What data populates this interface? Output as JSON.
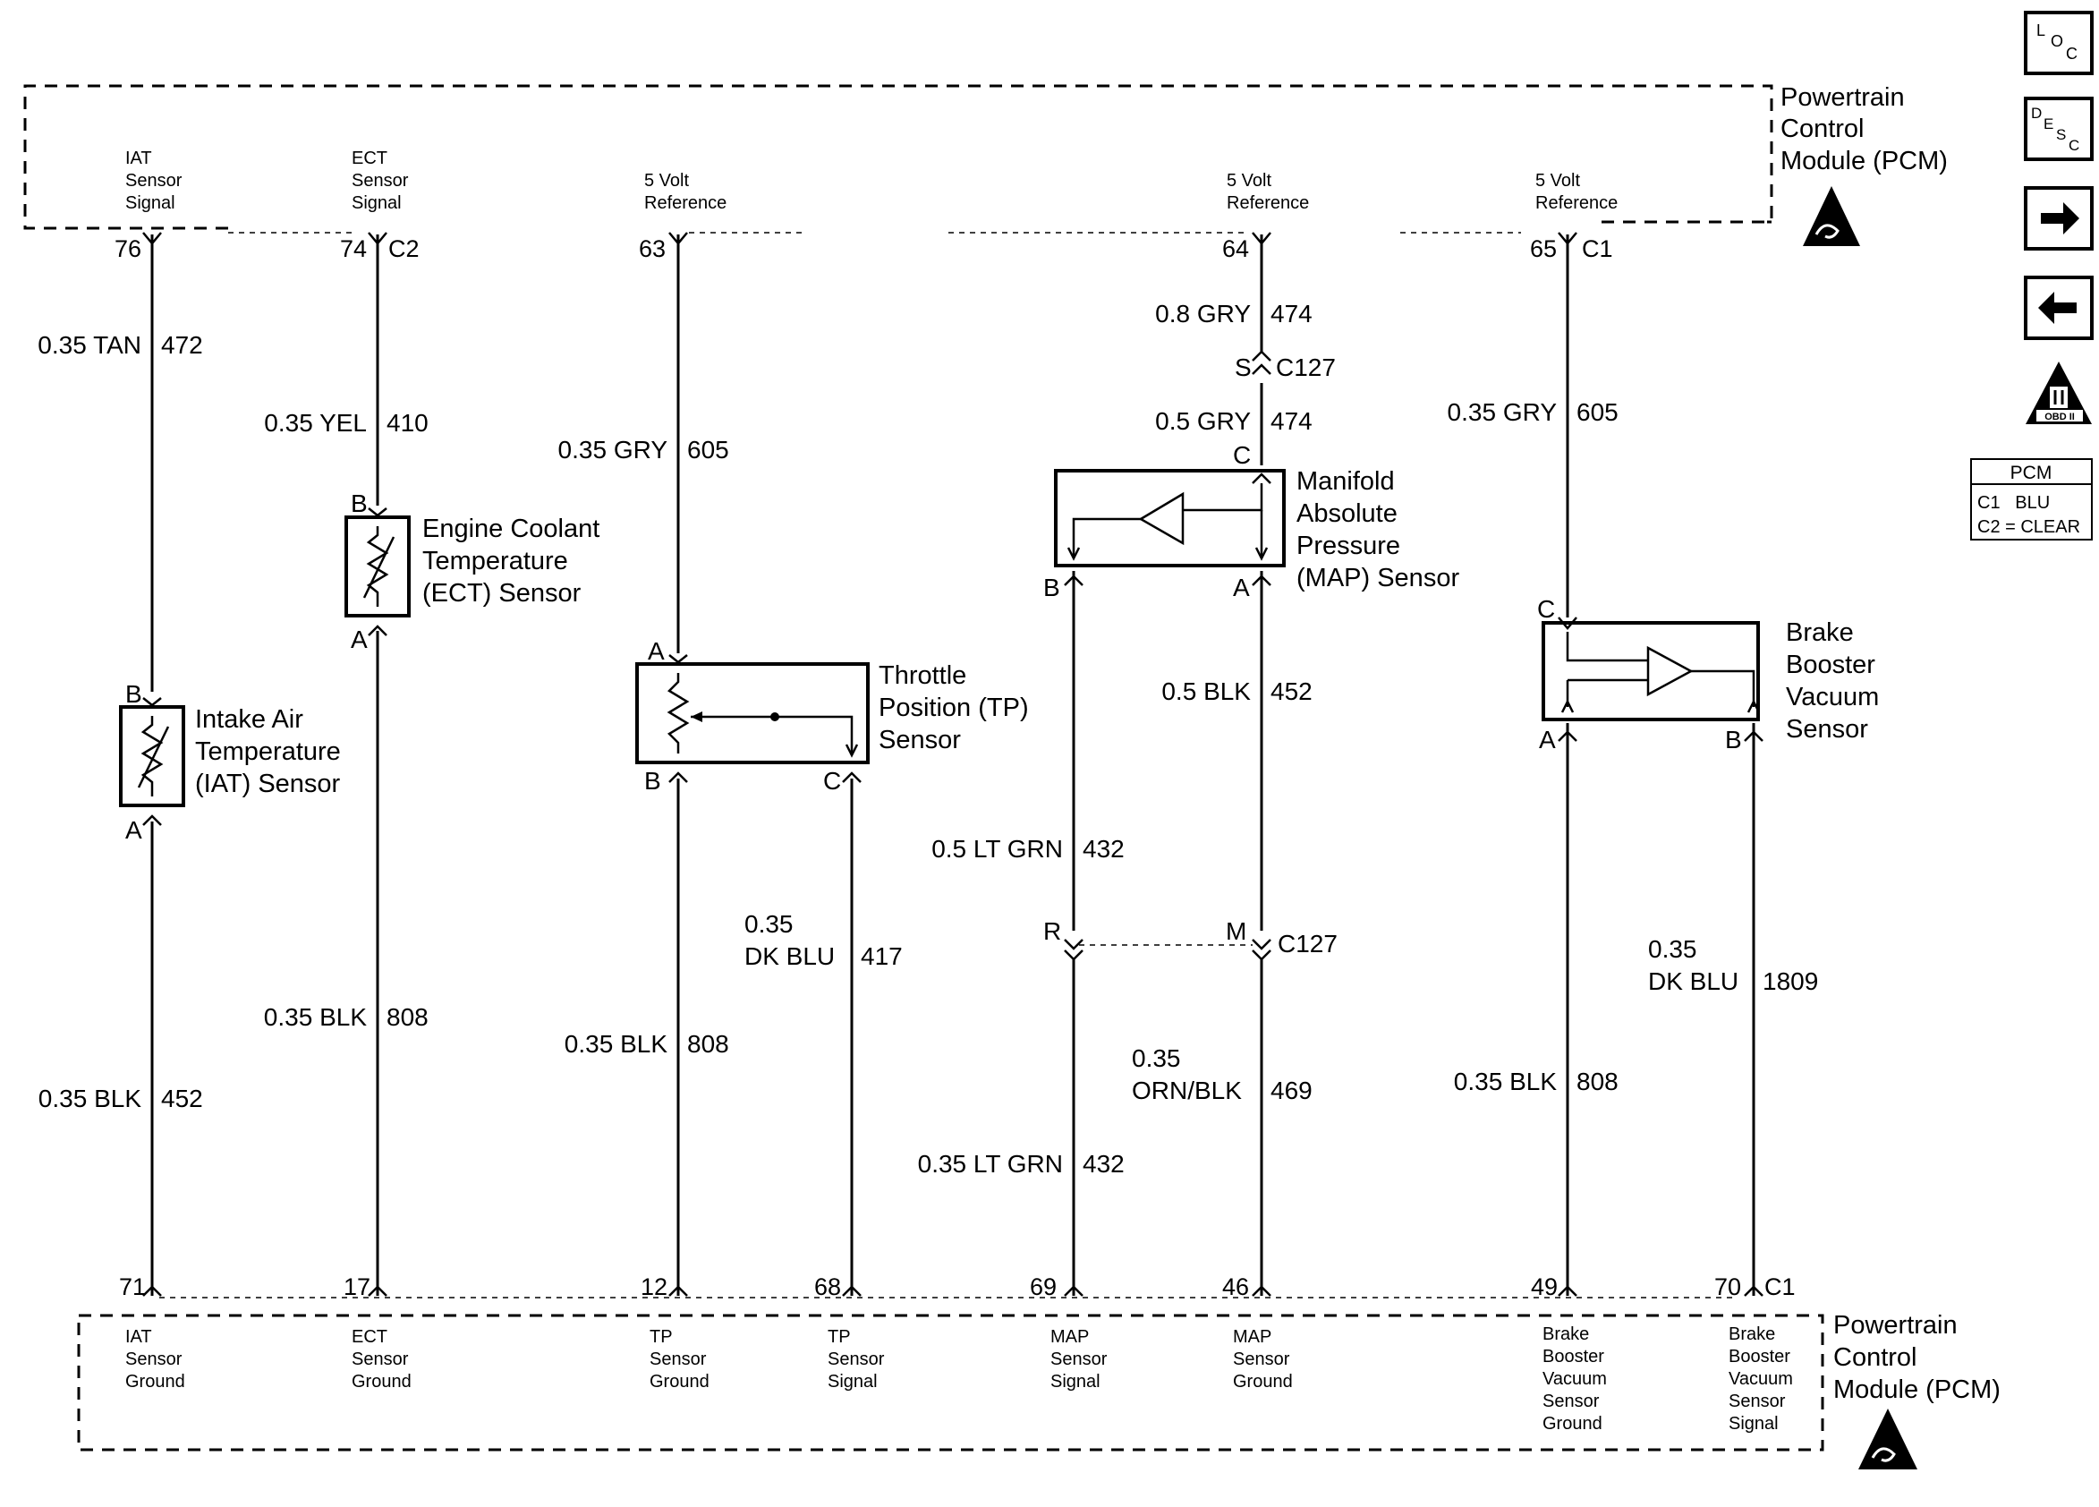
{
  "pcm_top": {
    "title_lines": [
      "Powertrain",
      "Control",
      "Module (PCM)"
    ],
    "signals": {
      "iat": [
        "IAT",
        "Sensor",
        "Signal"
      ],
      "ect": [
        "ECT",
        "Sensor",
        "Signal"
      ],
      "ref63": [
        "5 Volt",
        "Reference"
      ],
      "ref64": [
        "5 Volt",
        "Reference"
      ],
      "ref65": [
        "5 Volt",
        "Reference"
      ]
    },
    "pins": {
      "p76": "76",
      "p74": "74",
      "c2": "C2",
      "p63": "63",
      "p64": "64",
      "p65": "65",
      "c1": "C1"
    }
  },
  "pcm_bottom": {
    "title_lines": [
      "Powertrain",
      "Control",
      "Module (PCM)"
    ],
    "signals": {
      "iat_gnd": [
        "IAT",
        "Sensor",
        "Ground"
      ],
      "ect_gnd": [
        "ECT",
        "Sensor",
        "Ground"
      ],
      "tp_gnd": [
        "TP",
        "Sensor",
        "Ground"
      ],
      "tp_sig": [
        "TP",
        "Sensor",
        "Signal"
      ],
      "map_sig": [
        "MAP",
        "Sensor",
        "Signal"
      ],
      "map_gnd": [
        "MAP",
        "Sensor",
        "Ground"
      ],
      "bbv_gnd": [
        "Brake",
        "Booster",
        "Vacuum",
        "Sensor",
        "Ground"
      ],
      "bbv_sig": [
        "Brake",
        "Booster",
        "Vacuum",
        "Sensor",
        "Signal"
      ]
    },
    "pins": {
      "p71": "71",
      "p17": "17",
      "p12": "12",
      "p68": "68",
      "p69": "69",
      "p46": "46",
      "p49": "49",
      "p70": "70",
      "c1": "C1"
    }
  },
  "wires": {
    "iat_top": {
      "gauge": "0.35 TAN",
      "circuit": "472"
    },
    "iat_bot": {
      "gauge": "0.35 BLK",
      "circuit": "452"
    },
    "ect_top": {
      "gauge": "0.35 YEL",
      "circuit": "410"
    },
    "ect_bot": {
      "gauge": "0.35 BLK",
      "circuit": "808"
    },
    "tp_ref": {
      "gauge": "0.35 GRY",
      "circuit": "605"
    },
    "tp_gnd": {
      "gauge": "0.35 BLK",
      "circuit": "808"
    },
    "tp_sig": {
      "gauge_lines": [
        "0.35",
        "DK BLU"
      ],
      "circuit": "417"
    },
    "map_ref_top": {
      "gauge": "0.8 GRY",
      "circuit": "474"
    },
    "map_ref_bot": {
      "gauge": "0.5 GRY",
      "circuit": "474"
    },
    "map_gnd_top": {
      "gauge": "0.5 BLK",
      "circuit": "452"
    },
    "map_sig_top": {
      "gauge": "0.5 LT GRN",
      "circuit": "432"
    },
    "map_sig_bot": {
      "gauge": "0.35 LT GRN",
      "circuit": "432"
    },
    "map_gnd_bot": {
      "gauge_lines": [
        "0.35",
        "ORN/BLK"
      ],
      "circuit": "469"
    },
    "bbv_ref": {
      "gauge": "0.35 GRY",
      "circuit": "605"
    },
    "bbv_gnd": {
      "gauge": "0.35 BLK",
      "circuit": "808"
    },
    "bbv_sig": {
      "gauge_lines": [
        "0.35",
        "DK BLU"
      ],
      "circuit": "1809"
    }
  },
  "connectors": {
    "c127_top": {
      "pin": "S",
      "name": "C127"
    },
    "c127_bot": {
      "pin_r": "R",
      "pin_m": "M",
      "name": "C127"
    }
  },
  "components": {
    "iat": {
      "name_lines": [
        "Intake Air",
        "Temperature",
        "(IAT) Sensor"
      ],
      "pins": [
        "B",
        "A"
      ]
    },
    "ect": {
      "name_lines": [
        "Engine Coolant",
        "Temperature",
        "(ECT) Sensor"
      ],
      "pins": [
        "B",
        "A"
      ]
    },
    "tp": {
      "name_lines": [
        "Throttle",
        "Position (TP)",
        "Sensor"
      ],
      "pins": [
        "A",
        "B",
        "C"
      ]
    },
    "map": {
      "name_lines": [
        "Manifold",
        "Absolute",
        "Pressure",
        "(MAP) Sensor"
      ],
      "pins": [
        "C",
        "B",
        "A"
      ]
    },
    "bbv": {
      "name_lines": [
        "Brake",
        "Booster",
        "Vacuum",
        "Sensor"
      ],
      "pins": [
        "C",
        "A",
        "B"
      ]
    }
  },
  "sidebar": {
    "loc_label": "LOC",
    "desc_label": "DESC",
    "obd_label": "OBD II",
    "legend": {
      "title": "PCM",
      "row1": "C1   BLU",
      "row2": "C2 = CLEAR"
    }
  },
  "icons": [
    "esd-warning-icon",
    "location-icon",
    "description-icon",
    "next-arrow-icon",
    "previous-arrow-icon",
    "obd-ii-icon"
  ]
}
